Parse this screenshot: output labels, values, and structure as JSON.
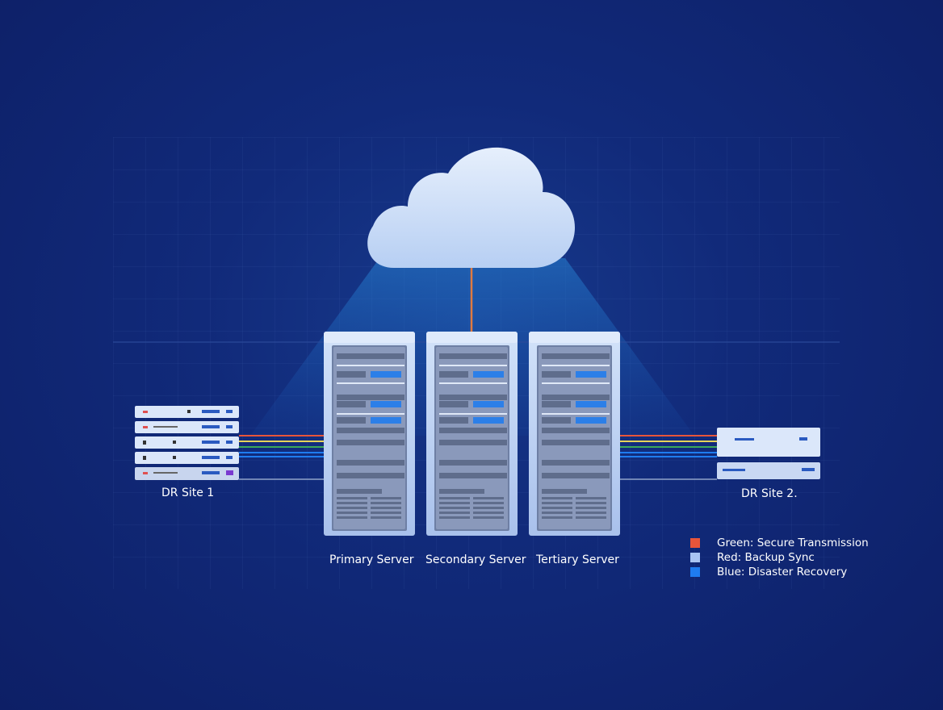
{
  "labels": {
    "dr_site_1": "DR Site 1",
    "dr_site_2": "DR Site 2.",
    "primary_server": "Primary Server",
    "secondary_server": "Secondary Server",
    "tertiary_server": "Tertiary Server"
  },
  "legend": [
    {
      "text": "Green: Secure Transmission",
      "color": "#e8553a"
    },
    {
      "text": "Red: Backup Sync",
      "color": "#a9c4f2"
    },
    {
      "text": "Blue: Disaster Recovery",
      "color": "#1f7cf0"
    }
  ],
  "colors": {
    "background": "#0e2270",
    "cloud": "#c9dcf7",
    "server_frame": "#b9cff1",
    "line_red": "#e8553a",
    "line_yellow": "#e6d25a",
    "line_green": "#3ca85a",
    "line_blue": "#1f7cf0",
    "line_gray": "#8fa3c9"
  }
}
